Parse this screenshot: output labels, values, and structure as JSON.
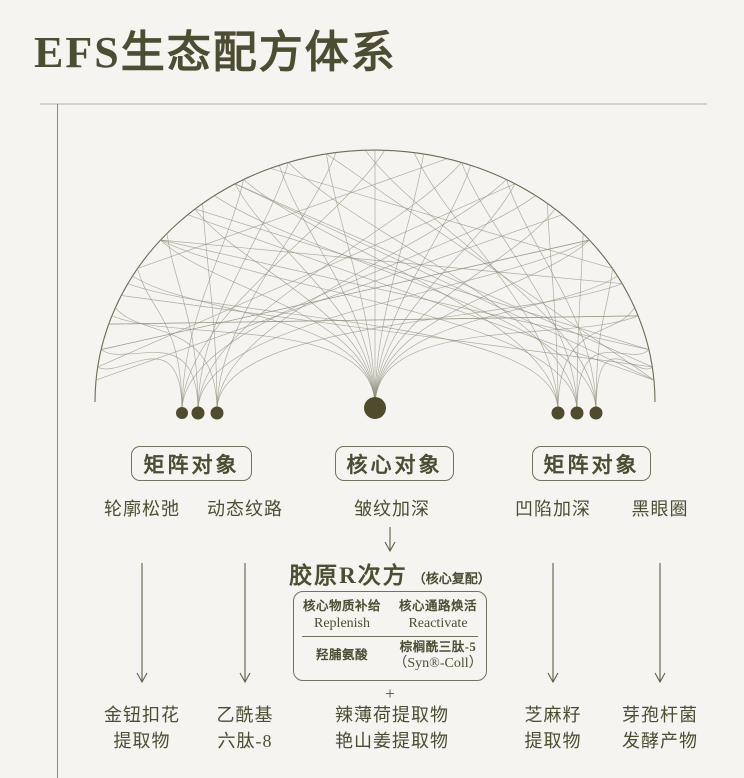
{
  "colors": {
    "background": "#f5f4f1",
    "ink": "#4d4d31",
    "box_border": "#73735b",
    "network_edge": "#8f8f7a",
    "node_fill": "#4e4c2c",
    "divider": "#d4d4ce"
  },
  "header": {
    "title": "EFS生态配方体系"
  },
  "diagram": {
    "groups": [
      {
        "box_label": "矩阵对象",
        "items": [
          "轮廓松弛",
          "动态纹路"
        ]
      },
      {
        "box_label": "核心对象",
        "items": [
          "皱纹加深"
        ]
      },
      {
        "box_label": "矩阵对象",
        "items": [
          "凹陷加深",
          "黑眼圈"
        ]
      }
    ],
    "core": {
      "title": "胶原R次方",
      "subtitle": "（核心复配）",
      "panel": {
        "cells": [
          {
            "title": "核心物质补给",
            "subtitle": "Replenish"
          },
          {
            "title": "核心通路焕活",
            "subtitle": "Reactivate"
          },
          {
            "title": "羟脯氨酸",
            "subtitle": ""
          },
          {
            "title": "棕榈酰三肽-5",
            "subtitle": "（Syn®-Coll）"
          }
        ]
      },
      "plus": "+"
    },
    "ingredients": [
      {
        "line1": "金钮扣花",
        "line2": "提取物"
      },
      {
        "line1": "乙酰基",
        "line2": "六肽-8"
      },
      {
        "line1": "辣薄荷提取物",
        "line2": "艳山姜提取物"
      },
      {
        "line1": "芝麻籽",
        "line2": "提取物"
      },
      {
        "line1": "芽孢杆菌",
        "line2": "发酵产物"
      }
    ]
  }
}
